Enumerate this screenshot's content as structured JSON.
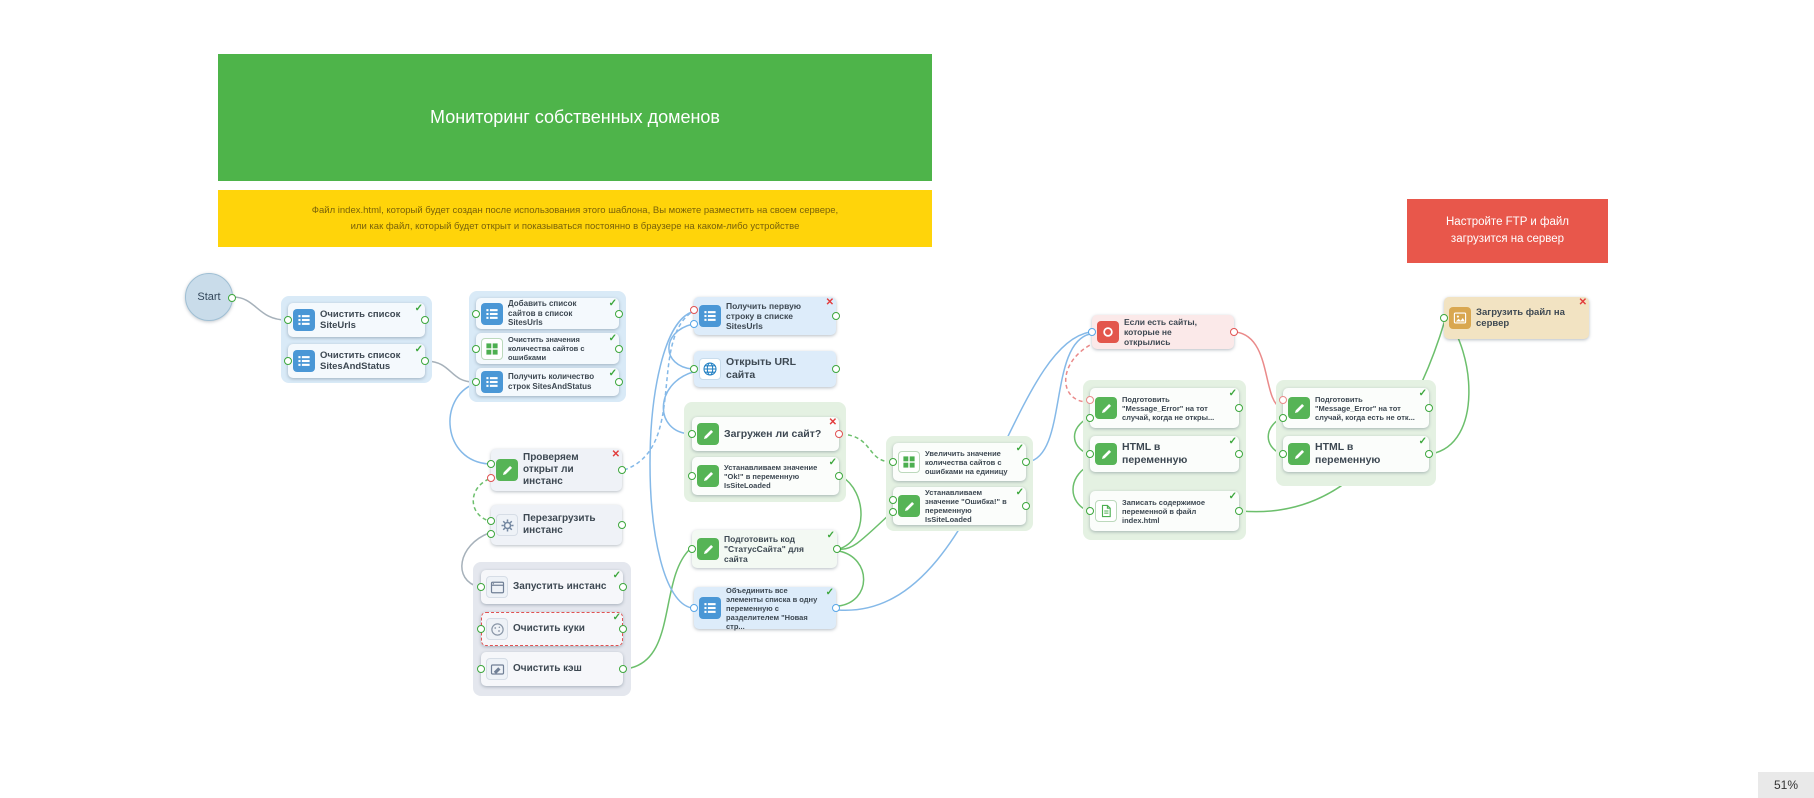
{
  "zoom_level": "51%",
  "start_label": "Start",
  "banners": {
    "title": "Мониторинг собственных доменов",
    "description": "Файл index.html, который будет создан после использования этого шаблона, Вы можете разместить на своем сервере,\nили как файл, который будет открыт и показываться постоянно в браузере на каком-либо устройстве",
    "ftp": "Настройте FTP и файл загрузится на сервер"
  },
  "colors": {
    "title_banner": "#4eb44a",
    "description_banner": "#ffd40a",
    "ftp_banner": "#e8574b",
    "success_mark": "#3da73d",
    "error_mark": "#e23b3b",
    "wire_blue": "#85b9e8",
    "wire_green": "#6cbf6c",
    "wire_pink": "#ea8a8a"
  },
  "nodes": [
    {
      "id": "clear-siteurls",
      "label": "Очистить список SiteUrls",
      "icon": "list-icon",
      "status": "check"
    },
    {
      "id": "clear-sitesandstatus",
      "label": "Очистить список SitesAndStatus",
      "icon": "list-icon",
      "status": "check"
    },
    {
      "id": "add-sites-list",
      "label": "Добавить список сайтов в список SitesUrls",
      "icon": "list-icon",
      "status": "check"
    },
    {
      "id": "clear-error-count",
      "label": "Очистить значения количества сайтов с ошибками",
      "icon": "grid-icon",
      "status": "check"
    },
    {
      "id": "get-row-count",
      "label": "Получить количество строк SitesAndStatus",
      "icon": "list-icon",
      "status": "check"
    },
    {
      "id": "check-instance-open",
      "label": "Проверяем открыт ли инстанс",
      "icon": "pencil-icon",
      "status": "cross"
    },
    {
      "id": "restart-instance",
      "label": "Перезагрузить инстанс",
      "icon": "gear-icon",
      "status": null
    },
    {
      "id": "start-instance",
      "label": "Запустить инстанс",
      "icon": "browser-icon",
      "status": "check"
    },
    {
      "id": "clear-cookies",
      "label": "Очистить куки",
      "icon": "cookie-icon",
      "status": "check"
    },
    {
      "id": "clear-cache",
      "label": "Очистить кэш",
      "icon": "eraser-icon",
      "status": null
    },
    {
      "id": "get-first-row",
      "label": "Получить первую строку в списке SitesUrls",
      "icon": "list-icon",
      "status": "cross"
    },
    {
      "id": "open-url",
      "label": "Открыть URL сайта",
      "icon": "globe-icon",
      "status": null
    },
    {
      "id": "site-loaded",
      "label": "Загружен ли сайт?",
      "icon": "pencil-icon",
      "status": "cross"
    },
    {
      "id": "set-ok",
      "label": "Устанавливаем значение \"Ok!\" в переменную IsSiteLoaded",
      "icon": "pencil-icon",
      "status": "check"
    },
    {
      "id": "prepare-status-code",
      "label": "Подготовить код \"СтатусСайта\" для сайта",
      "icon": "pencil-icon",
      "status": "check"
    },
    {
      "id": "join-list",
      "label": "Объединить все элементы списка в одну переменную с разделителем \"Новая стр...",
      "icon": "list-icon",
      "status": "check"
    },
    {
      "id": "inc-error-count",
      "label": "Увеличить значение количества сайтов с ошибками на единицу",
      "icon": "grid-icon",
      "status": "check"
    },
    {
      "id": "set-error",
      "label": "Устанавливаем значение \"Ошибка!\" в переменную IsSiteLoaded",
      "icon": "pencil-icon",
      "status": "check"
    },
    {
      "id": "if-sites-failed",
      "label": "Если есть сайты, которые не открылись",
      "icon": "condition-icon",
      "status": null
    },
    {
      "id": "prepare-message-error-none",
      "label": "Подготовить \"Message_Error\" на тот случай, когда не откры...",
      "icon": "pencil-icon",
      "status": "check"
    },
    {
      "id": "html-to-variable-1",
      "label": "HTML в переменную",
      "icon": "pencil-icon",
      "status": "check"
    },
    {
      "id": "write-index-file",
      "label": "Записать содержимое переменной в файл index.html",
      "icon": "file-icon",
      "status": "check"
    },
    {
      "id": "prepare-message-error-some",
      "label": "Подготовить \"Message_Error\" на тот случай, когда есть не отк...",
      "icon": "pencil-icon",
      "status": "check"
    },
    {
      "id": "html-to-variable-2",
      "label": "HTML в переменную",
      "icon": "pencil-icon",
      "status": "check"
    },
    {
      "id": "upload-file-to-server",
      "label": "Загрузить файл на сервер",
      "icon": "image-icon",
      "status": "cross"
    }
  ]
}
